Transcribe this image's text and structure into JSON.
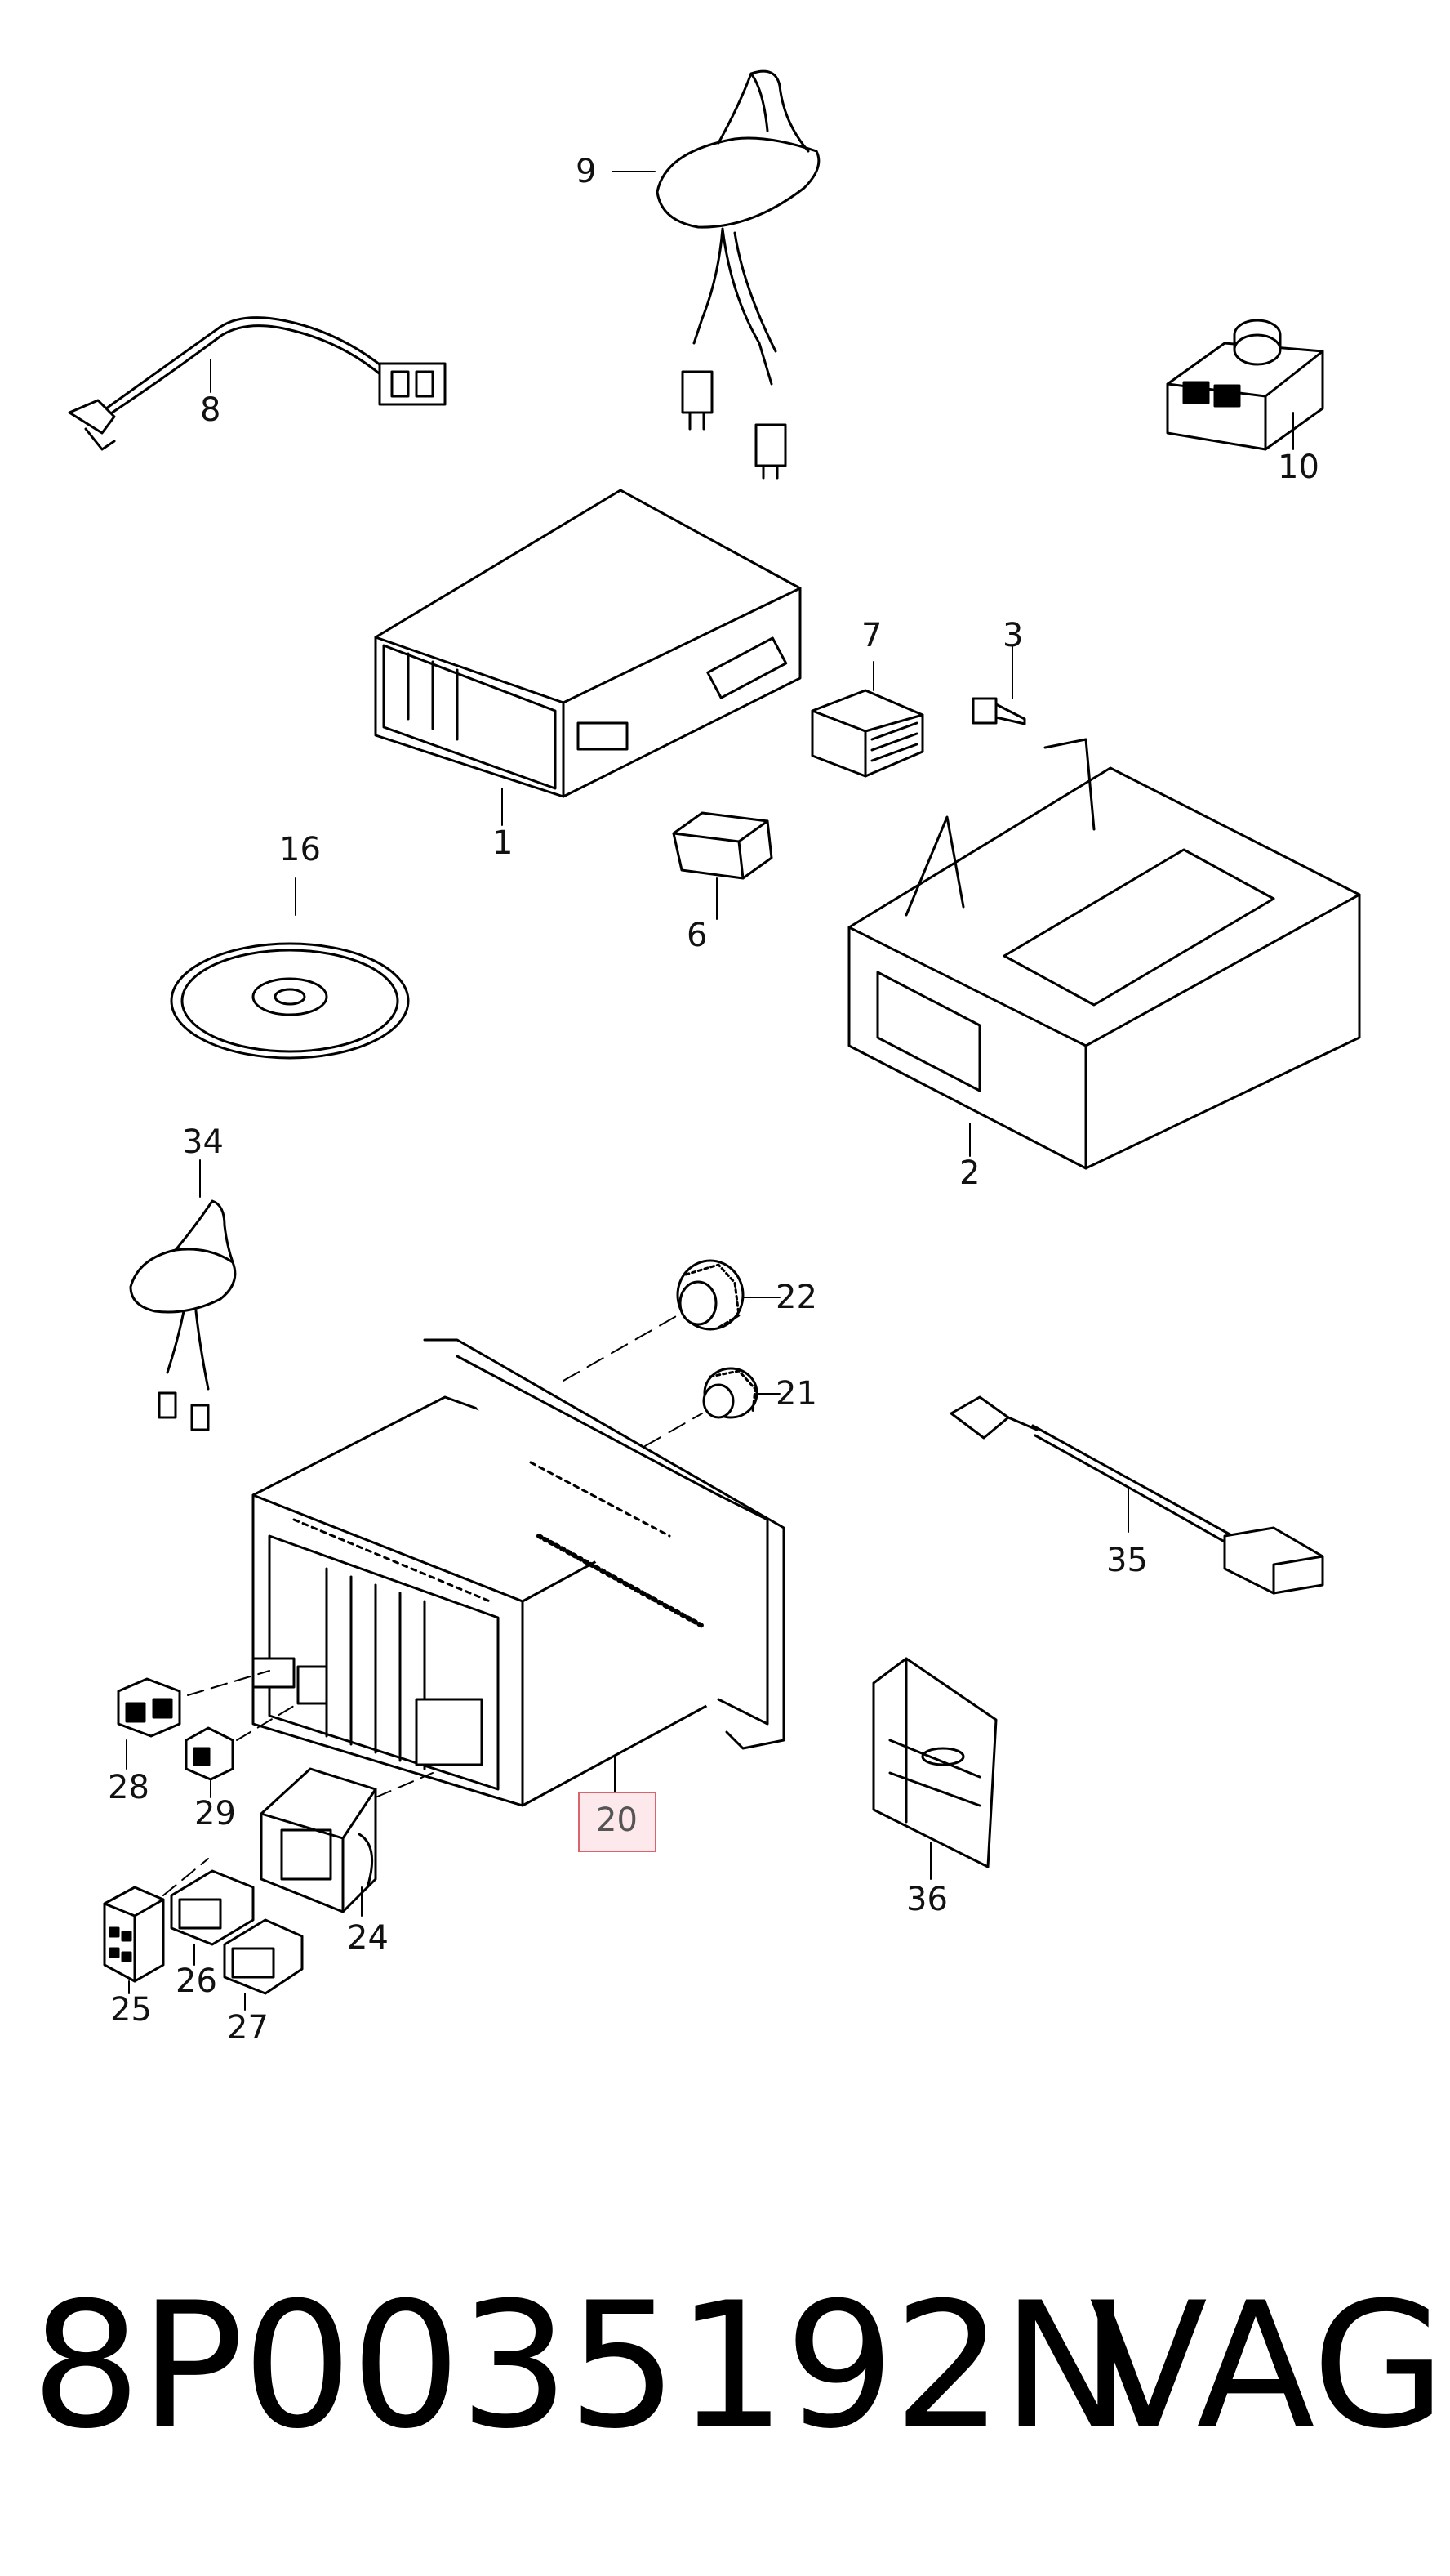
{
  "callouts": {
    "c1": "1",
    "c2": "2",
    "c3": "3",
    "c6": "6",
    "c7": "7",
    "c8": "8",
    "c9": "9",
    "c10": "10",
    "c16": "16",
    "c20": "20",
    "c21": "21",
    "c22": "22",
    "c24": "24",
    "c25": "25",
    "c26": "26",
    "c27": "27",
    "c28": "28",
    "c29": "29",
    "c34": "34",
    "c35": "35",
    "c36": "36"
  },
  "highlighted_callout": "20",
  "footer": {
    "part_number": "8P0035192N",
    "brand": "VAG"
  },
  "colors": {
    "line": "#000000",
    "highlight_border": "#d9646e",
    "highlight_fill": "#fde9ec"
  }
}
